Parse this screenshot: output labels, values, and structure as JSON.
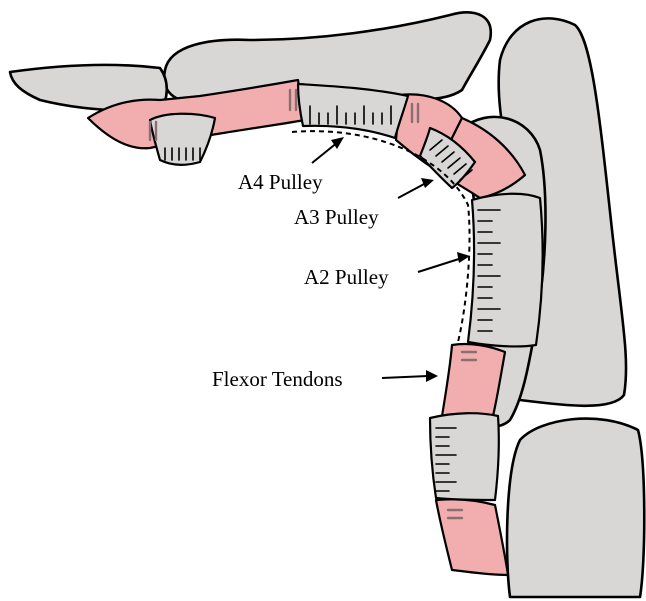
{
  "colors": {
    "bone": "#d9d6d6",
    "tendon": "#f2aeae",
    "tendon_mark": "#8a6f72",
    "outline": "#000000",
    "background": "#ffffff"
  },
  "labels": {
    "a4": "A4 Pulley",
    "a3": "A3 Pulley",
    "a2": "A2 Pulley",
    "flexor": "Flexor Tendons"
  }
}
